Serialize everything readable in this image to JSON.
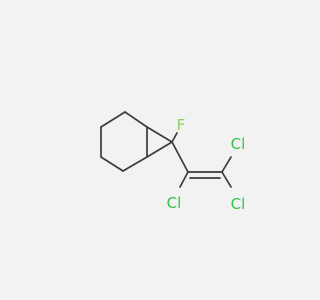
{
  "molecule": {
    "atoms": [
      {
        "id": "F",
        "label": "F",
        "color": "#8fcf62"
      },
      {
        "id": "Cl1",
        "label": "Cl",
        "color": "#35c24a"
      },
      {
        "id": "Cl2",
        "label": "Cl",
        "color": "#35c24a"
      },
      {
        "id": "Cl3",
        "label": "Cl",
        "color": "#35c24a"
      }
    ],
    "bond_color": "#3a3a3a",
    "background": "#f2f2f2"
  }
}
